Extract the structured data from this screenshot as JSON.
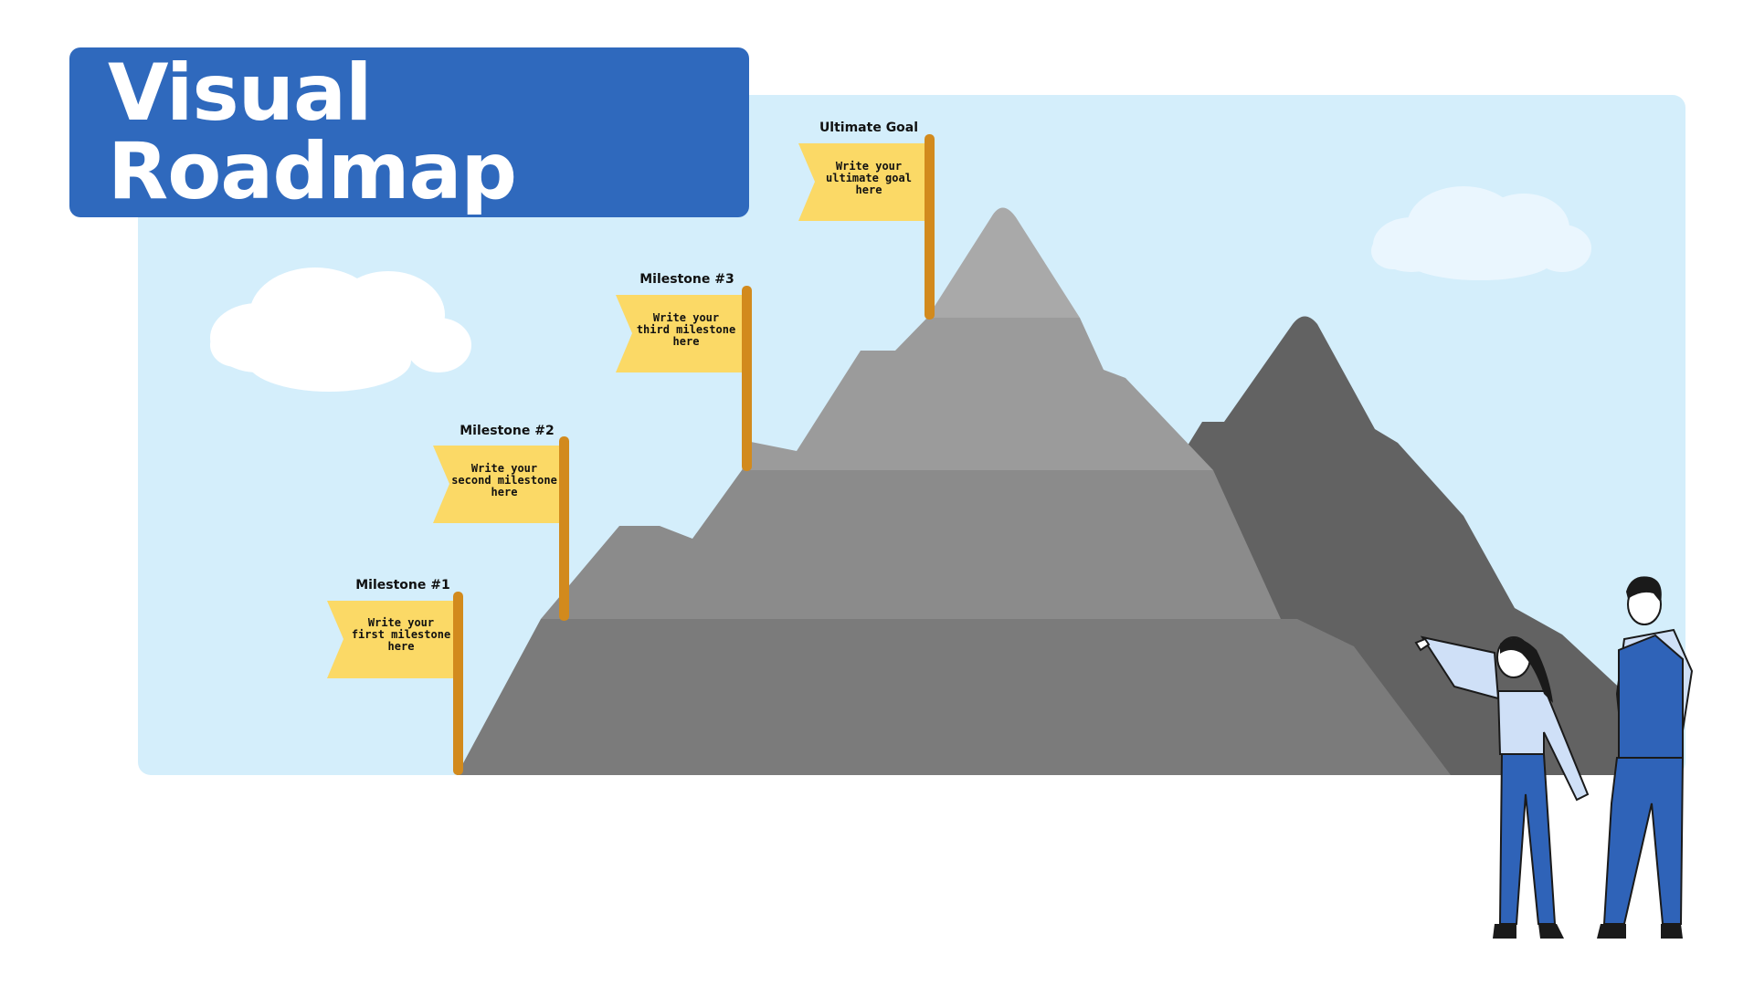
{
  "title": "Visual Roadmap",
  "colors": {
    "title_bg": "#2f69bd",
    "sky": "#d4eefb",
    "flag": "#fbd966",
    "pole": "#d28a1d",
    "mountain_front": [
      "#7b7b7b",
      "#8b8b8b",
      "#9b9b9b",
      "#a9a9a9"
    ],
    "mountain_back": "#626262",
    "cloud": "#ffffff"
  },
  "milestones": [
    {
      "label": "Milestone #1",
      "text": [
        "Write your",
        "first milestone",
        "here"
      ]
    },
    {
      "label": "Milestone #2",
      "text": [
        "Write your",
        "second milestone",
        "here"
      ]
    },
    {
      "label": "Milestone #3",
      "text": [
        "Write your",
        "third milestone",
        "here"
      ]
    },
    {
      "label": "Ultimate Goal",
      "text": [
        "Write your",
        "ultimate goal",
        "here"
      ]
    }
  ]
}
